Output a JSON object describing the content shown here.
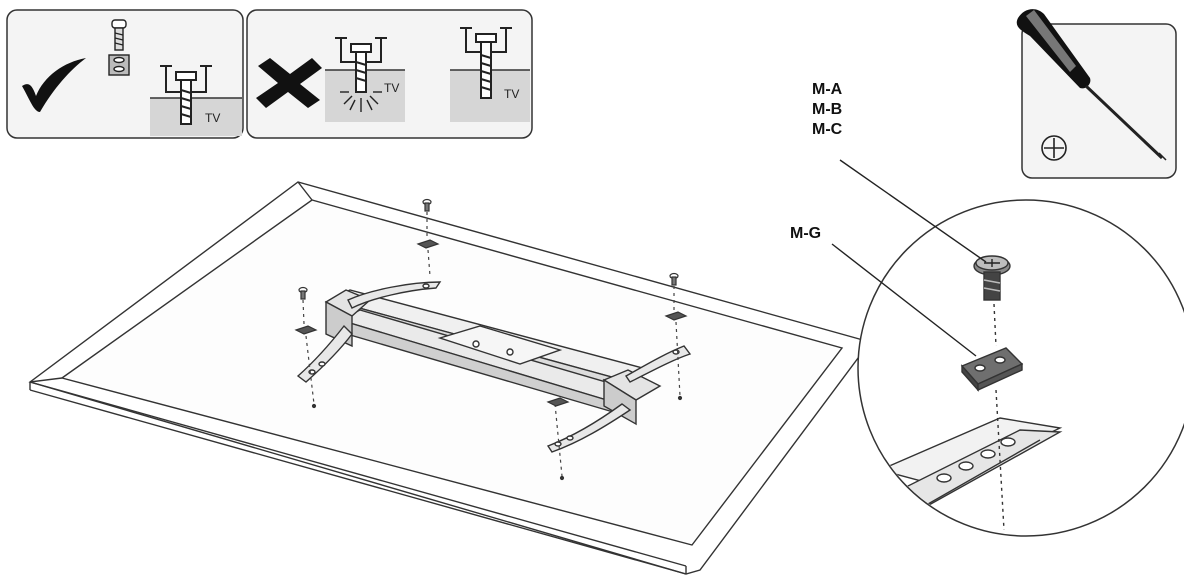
{
  "panels": {
    "correct": {
      "symbol": "check-mark",
      "tv_label": "TV"
    },
    "incorrect": {
      "symbol": "cross-mark",
      "tv_label_1": "TV",
      "tv_label_2": "TV"
    }
  },
  "tool_box": {
    "tool": "phillips-screwdriver",
    "symbol": "⊕"
  },
  "labels": {
    "screw_line_1": "M-A",
    "screw_line_2": "M-B",
    "screw_line_3": "M-C",
    "washer": "M-G"
  },
  "colors": {
    "line": "#222222",
    "shade": "#d9d9d9",
    "panel_bg": "#f2f2f2"
  }
}
